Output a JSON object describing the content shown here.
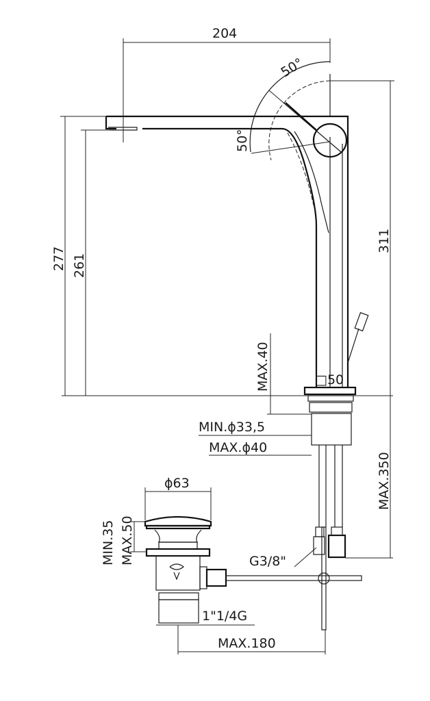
{
  "drawing": {
    "dimensions": {
      "spout_reach": "204",
      "lever_angle_top": "50°",
      "lever_angle_side": "50°",
      "total_height": "277",
      "spout_height": "261",
      "body_height": "311",
      "max_counter_thickness": "MAX.40",
      "base_square": "□50",
      "min_hole_diameter": "MIN.ϕ33,5",
      "max_hole_diameter": "MAX.ϕ40",
      "max_hose_length": "MAX.350",
      "drain_cap_diameter": "ϕ63",
      "drain_min_height": "MIN.35",
      "drain_max_height": "MAX.50",
      "hose_connection": "G3/8\"",
      "drain_thread": "1\"1/4G",
      "max_rod_distance": "MAX.180"
    },
    "colors": {
      "line": "#1a1a1a",
      "background": "#ffffff"
    }
  }
}
